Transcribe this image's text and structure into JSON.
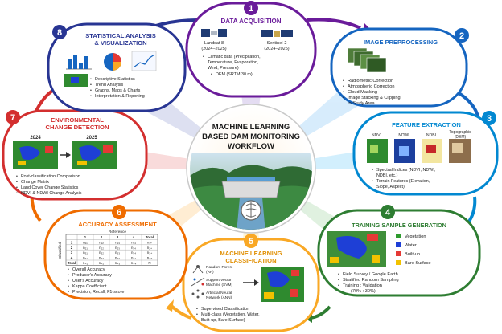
{
  "center": {
    "line1": "MACHINE LEARNING",
    "line2": "BASED DAM MONITORING",
    "line3": "WORKFLOW"
  },
  "colors": {
    "s1": "#6a1b9a",
    "s2": "#1565c0",
    "s3": "#0288d1",
    "s4": "#2e7d32",
    "s5": "#f9a825",
    "s6": "#ef6c00",
    "s7": "#d32f2f",
    "s8": "#283593",
    "vegetation": "#2e9b2e",
    "water": "#1e3fd6",
    "builtup": "#e53935",
    "bare": "#f2c200"
  },
  "steps": {
    "s1": {
      "number": "1",
      "title": "DATA ACQUISITION",
      "sat1": "Landsat 8",
      "sat1_years": "(2024–2025)",
      "sat2": "Sentinel-2",
      "sat2_years": "(2024–2025)",
      "b1a": "Climatic data (Precipitation,",
      "b1b": "Temperature, Evaporation,",
      "b1c": "Wind, Pressure)",
      "b2": "DEM (SRTM 30 m)",
      "icons": [
        "satellite-icon",
        "satellite-icon"
      ]
    },
    "s2": {
      "number": "2",
      "title": "IMAGE PREPROCESSING",
      "b1": "Radiometric Correction",
      "b2": "Atmospheric Correction",
      "b3": "Cloud Masking",
      "b4a": "Image Stacking & Clipping",
      "b4b": "to Study Area"
    },
    "s3": {
      "number": "3",
      "title": "FEATURE EXTRACTION",
      "i1": "NDVI",
      "i2": "NDWI",
      "i3": "NDBI",
      "i4a": "Topographic",
      "i4b": "(DEM)",
      "b1a": "Spectral Indices (NDVI, NDWI,",
      "b1b": "NDBI, etc.)",
      "b2a": "Terrain Features (Elevation,",
      "b2b": "Slope, Aspect)"
    },
    "s4": {
      "number": "4",
      "title": "TRAINING SAMPLE GENERATION",
      "l1": "Vegetation",
      "l2": "Water",
      "l3": "Built-up",
      "l4": "Bare Surface",
      "b1": "Field Survey / Google Earth",
      "b2": "Stratified Random Sampling",
      "b3": "Training : Validation",
      "b3b": "(70% : 30%)"
    },
    "s5": {
      "number": "5",
      "title1": "MACHINE LEARNING",
      "title2": "CLASSIFICATION",
      "m1a": "Random Forest",
      "m1b": "(RF)",
      "m2a": "Support Vector",
      "m2b": "Machine (SVM)",
      "m3a": "Artificial Neural",
      "m3b": "Network (ANN)",
      "b1": "Supervised Classification",
      "b2a": "Multi-class (Vegetation, Water,",
      "b2b": "Built-up, Bare Surface)"
    },
    "s6": {
      "number": "6",
      "title": "ACCURACY ASSESSMENT",
      "ref": "Reference",
      "classified": "Classified",
      "header": [
        "1",
        "2",
        "3",
        "4",
        "Total"
      ],
      "rows": [
        [
          "1",
          "n₁₁",
          "n₁₂",
          "n₁₃",
          "n₁₄",
          "n₁₊"
        ],
        [
          "2",
          "n₂₁",
          "n₂₂",
          "n₂₃",
          "n₂₄",
          "n₂₊"
        ],
        [
          "3",
          "n₃₁",
          "n₃₂",
          "n₃₃",
          "n₃₄",
          "n₃₊"
        ],
        [
          "4",
          "n₄₁",
          "n₄₂",
          "n₄₃",
          "n₄₄",
          "n₄₊"
        ],
        [
          "Total",
          "n₊₁",
          "n₊₂",
          "n₊₃",
          "n₊₄",
          "N"
        ]
      ],
      "b1": "Overall Accuracy",
      "b2": "Producer's Accuracy",
      "b3": "User's Accuracy",
      "b4": "Kappa Coefficient",
      "b5": "Precision, Recall, F1-score"
    },
    "s7": {
      "number": "7",
      "title1": "ENVIRONMENTAL",
      "title2": "CHANGE DETECTION",
      "y1": "2024",
      "y2": "2025",
      "b1": "Post-classification Comparison",
      "b2": "Change Matrix",
      "b3": "Land Cover Change Statistics",
      "b4": "NDVI & NDWI Change Analysis"
    },
    "s8": {
      "number": "8",
      "title1": "STATISTICAL ANALYSIS",
      "title2": "& VISUALIZATION",
      "b1": "Descriptive Statistics",
      "b2": "Trend Analysis",
      "b3": "Graphs, Maps & Charts",
      "b4": "Interpretation & Reporting"
    }
  }
}
